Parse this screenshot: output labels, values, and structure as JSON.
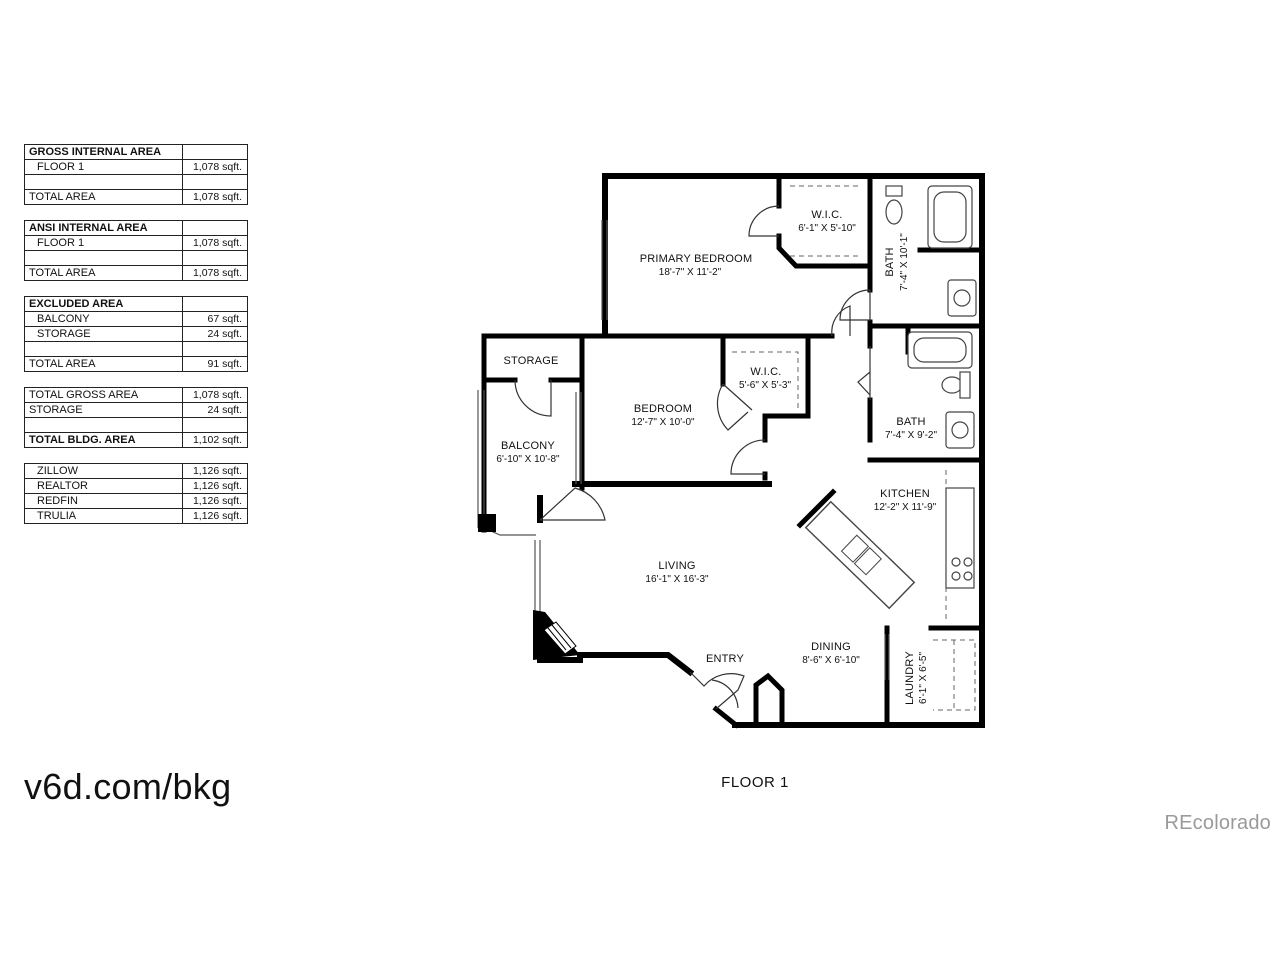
{
  "tables": [
    {
      "rows": [
        {
          "label": "GROSS INTERNAL AREA",
          "value": "",
          "kind": "hdr"
        },
        {
          "label": "FLOOR 1",
          "value": "1,078 sqft.",
          "kind": "lbl"
        },
        {
          "label": "",
          "value": "",
          "kind": "lbl"
        },
        {
          "label": "TOTAL AREA",
          "value": "1,078 sqft.",
          "kind": "tot"
        }
      ]
    },
    {
      "rows": [
        {
          "label": "ANSI INTERNAL AREA",
          "value": "",
          "kind": "hdr"
        },
        {
          "label": "FLOOR 1",
          "value": "1,078 sqft.",
          "kind": "lbl"
        },
        {
          "label": "",
          "value": "",
          "kind": "lbl"
        },
        {
          "label": "TOTAL AREA",
          "value": "1,078 sqft.",
          "kind": "tot"
        }
      ]
    },
    {
      "rows": [
        {
          "label": "EXCLUDED AREA",
          "value": "",
          "kind": "hdr"
        },
        {
          "label": "BALCONY",
          "value": "67 sqft.",
          "kind": "lbl"
        },
        {
          "label": "STORAGE",
          "value": "24 sqft.",
          "kind": "lbl"
        },
        {
          "label": "",
          "value": "",
          "kind": "lbl"
        },
        {
          "label": "TOTAL AREA",
          "value": "91 sqft.",
          "kind": "tot"
        }
      ]
    },
    {
      "rows": [
        {
          "label": "TOTAL GROSS AREA",
          "value": "1,078 sqft.",
          "kind": "tot"
        },
        {
          "label": "STORAGE",
          "value": "24 sqft.",
          "kind": "tot"
        },
        {
          "label": "",
          "value": "",
          "kind": "tot"
        },
        {
          "label": "TOTAL BLDG. AREA",
          "value": "1,102 sqft.",
          "kind": "bold"
        }
      ]
    },
    {
      "rows": [
        {
          "label": "ZILLOW",
          "value": "1,126 sqft.",
          "kind": "lbl"
        },
        {
          "label": "REALTOR",
          "value": "1,126 sqft.",
          "kind": "lbl"
        },
        {
          "label": "REDFIN",
          "value": "1,126 sqft.",
          "kind": "lbl"
        },
        {
          "label": "TRULIA",
          "value": "1,126 sqft.",
          "kind": "lbl"
        }
      ]
    }
  ],
  "rooms": {
    "primary_bedroom": {
      "name": "PRIMARY BEDROOM",
      "dims": "18'-7\" X 11'-2\""
    },
    "wic_primary": {
      "name": "W.I.C.",
      "dims": "6'-1\" X 5'-10\""
    },
    "bath_primary": {
      "name": "BATH",
      "dims": "7'-4\" X 10'-1\""
    },
    "storage": {
      "name": "STORAGE"
    },
    "wic_bedroom": {
      "name": "W.I.C.",
      "dims": "5'-6\" X 5'-3\""
    },
    "bedroom": {
      "name": "BEDROOM",
      "dims": "12'-7\" X 10'-0\""
    },
    "bath_second": {
      "name": "BATH",
      "dims": "7'-4\" X 9'-2\""
    },
    "balcony": {
      "name": "BALCONY",
      "dims": "6'-10\" X 10'-8\""
    },
    "kitchen": {
      "name": "KITCHEN",
      "dims": "12'-2\" X 11'-9\""
    },
    "living": {
      "name": "LIVING",
      "dims": "16'-1\" X 16'-3\""
    },
    "dining": {
      "name": "DINING",
      "dims": "8'-6\" X 6'-10\""
    },
    "entry": {
      "name": "ENTRY"
    },
    "laundry": {
      "name": "LAUNDRY",
      "dims": "6'-1\" X 6'-5\""
    }
  },
  "floor_label": "FLOOR 1",
  "site_url": "v6d.com/bkg",
  "watermark": "REcolorado"
}
